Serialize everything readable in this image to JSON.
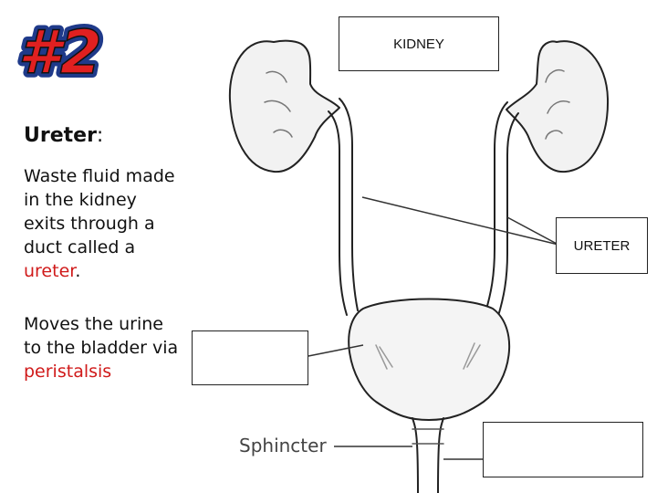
{
  "badge": {
    "number_text": "#2"
  },
  "text": {
    "heading": "Ureter",
    "heading_colon": ":",
    "para1_lines": [
      "Waste fluid made",
      "in the kidney",
      "exits through a",
      "duct called a"
    ],
    "para1_term": "ureter",
    "para1_end": ".",
    "para2_lines": [
      "Moves the urine",
      "to the bladder via"
    ],
    "para2_term": "peristalsis"
  },
  "labels": {
    "kidney": "KIDNEY",
    "ureter": "URETER",
    "bladder": "",
    "urethra": "",
    "sphincter": "Sphincter"
  },
  "colors": {
    "term_red": "#d01a1a",
    "badge_blue": "#1f3a8a",
    "badge_red": "#e02020"
  }
}
